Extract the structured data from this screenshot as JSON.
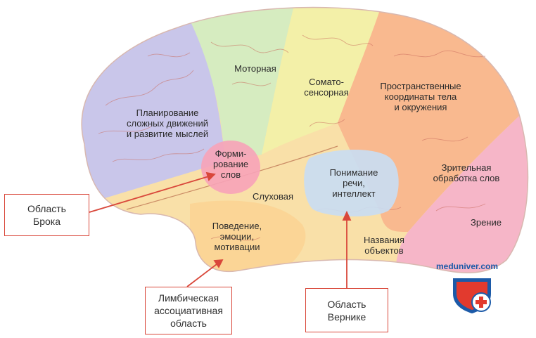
{
  "regions": {
    "motor": [
      "Моторная"
    ],
    "somatosensory": [
      "Сомато-",
      "сенсорная"
    ],
    "spatial": [
      "Пространственные",
      "координаты тела",
      "и окружения"
    ],
    "planning": [
      "Планирование",
      "сложных движений",
      "и развитие мыслей"
    ],
    "speech_formation": [
      "Форми-",
      "рование",
      "слов"
    ],
    "auditory": [
      "Слуховая"
    ],
    "comprehension": [
      "Понимание",
      "речи,",
      "интеллект"
    ],
    "visual_word": [
      "Зрительная",
      "обработка слов"
    ],
    "vision": [
      "Зрение"
    ],
    "behavior": [
      "Поведение,",
      "эмоции,",
      "мотивации"
    ],
    "naming": [
      "Названия",
      "объектов"
    ]
  },
  "callouts": {
    "broca": [
      "Область",
      "Брока"
    ],
    "limbic": [
      "Лимбическая",
      "ассоциативная",
      "область"
    ],
    "wernicke": [
      "Область",
      "Вернике"
    ]
  },
  "watermark": "meduniver.com",
  "colors": {
    "frontal": "#c9c6ea",
    "motor": "#d6ecc0",
    "somatosensory": "#f3f0a8",
    "parietal": "#f9b98f",
    "occipital": "#f6b6c8",
    "temporal": "#f9e0a8",
    "limbic": "#fbd596",
    "broca_spot": "#f7a3b8",
    "wernicke_spot": "#c9dcf2",
    "callout_border": "#d9473a",
    "arrow": "#d9473a",
    "watermark": "#1c5aa8"
  }
}
